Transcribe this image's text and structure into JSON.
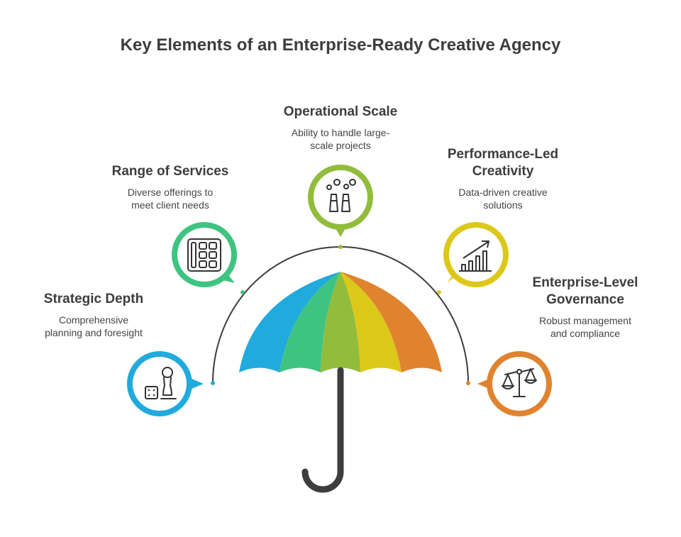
{
  "title": "Key Elements of an Enterprise-Ready Creative Agency",
  "colors": {
    "blue": "#21aadc",
    "green": "#3ec480",
    "olive": "#92bc3c",
    "yellow": "#dcc819",
    "orange": "#e0832f",
    "handle": "#3d3d3d",
    "arc": "#3d3d3d"
  },
  "items": [
    {
      "heading": "Strategic Depth",
      "description": "Comprehensive\nplanning and foresight",
      "icon": "chess-dice-icon",
      "color": "#21aadc"
    },
    {
      "heading": "Range of Services",
      "description": "Diverse offerings to\nmeet client needs",
      "icon": "palette-grid-icon",
      "color": "#3ec480"
    },
    {
      "heading": "Operational Scale",
      "description": "Ability to handle large-\nscale projects",
      "icon": "factory-icon",
      "color": "#92bc3c"
    },
    {
      "heading": "Performance-Led\nCreativity",
      "description": "Data-driven creative\nsolutions",
      "icon": "growth-chart-icon",
      "color": "#dcc819"
    },
    {
      "heading": "Enterprise-Level\nGovernance",
      "description": "Robust management\nand compliance",
      "icon": "scales-icon",
      "color": "#e0832f"
    }
  ]
}
